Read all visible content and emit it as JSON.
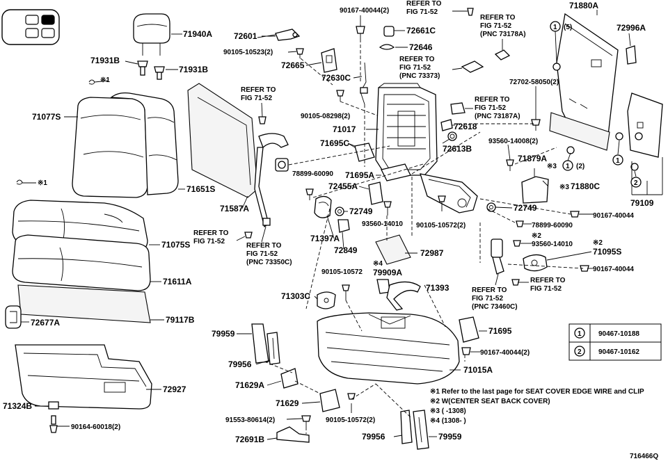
{
  "diagram_id": "716466Q",
  "labels": {
    "l71940A": "71940A",
    "l71931B_a": "71931B",
    "l71931B_b": "71931B",
    "l71077S": "71077S",
    "l71651S": "71651S",
    "l71587A": "71587A",
    "l71075S": "71075S",
    "l71611A": "71611A",
    "l72677A": "72677A",
    "l79117B": "79117B",
    "l72927": "72927",
    "l71324B": "71324B",
    "l90164": "90164-60018(2)",
    "l72601": "72601",
    "l90105_10523": "90105-10523(2)",
    "l72665": "72665",
    "l90167_top": "90167-40044(2)",
    "l72661C": "72661C",
    "l72646": "72646",
    "l72630C": "72630C",
    "l90105_08298": "90105-08298(2)",
    "l71017": "71017",
    "l71695C": "71695C",
    "l71695A": "71695A",
    "l78899_a": "78899-60090",
    "l72455A": "72455A",
    "l72749_a": "72749",
    "l71397A": "71397A",
    "l72849": "72849",
    "l93560_mid": "93560-14010",
    "l72618": "72618",
    "l72613B": "72613B",
    "l93560_14008": "93560-14008(2)",
    "l71879A": "71879A",
    "l71880C": "71880C",
    "l72749_b": "72749",
    "l90105_10572_2": "90105-10572(2)",
    "l78899_b": "78899-60090",
    "l90167_r1": "90167-40044",
    "l72987": "72987",
    "l79909A": "79909A",
    "l90105_10572": "90105-10572",
    "l71393": "71393",
    "l71303C": "71303C",
    "l93560_14010": "93560-14010",
    "l71095S": "71095S",
    "l90167_r2": "90167-40044",
    "l79959_a": "79959",
    "l79956_a": "79956",
    "l71629A": "71629A",
    "l71629": "71629",
    "l91553": "91553-80614(2)",
    "l90105_10572_b": "90105-10572(2)",
    "l72691B": "72691B",
    "l79956_b": "79956",
    "l79959_b": "79959",
    "l71695": "71695",
    "l90167_40044_2": "90167-40044(2)",
    "l71015A": "71015A",
    "l71880A": "71880A",
    "l72996A": "72996A",
    "l72702": "72702-58050(2)",
    "l79109": "79109",
    "circ1_5": "1",
    "circ1_5_qty": "(5)",
    "circ1_2": "1",
    "circ1_2_qty": "(2)",
    "circ3_mark": "※3",
    "circ1_b": "1",
    "circ2_b": "2",
    "note_mark1": "※1",
    "note_mark1b": "※1",
    "note_mark2a": "※2",
    "note_mark2b": "※2",
    "note_mark3": "※3",
    "note_mark4": "※4"
  },
  "refer": {
    "r1": [
      "REFER TO",
      "FIG 71-52"
    ],
    "r2": [
      "REFER TO",
      "FIG 71-52",
      "(PNC 73178A)"
    ],
    "r3": [
      "REFER TO",
      "FIG 71-52",
      "(PNC 73373)"
    ],
    "r4": [
      "REFER TO",
      "FIG 71-52"
    ],
    "r5": [
      "REFER TO",
      "FIG 71-52",
      "(PNC 73187A)"
    ],
    "r6": [
      "REFER TO",
      "FIG 71-52"
    ],
    "r7": [
      "REFER TO",
      "FIG 71-52",
      "(PNC 73350C)"
    ],
    "r8": [
      "REFER TO",
      "FIG 71-52"
    ],
    "r9": [
      "REFER TO",
      "FIG 71-52",
      "(PNC 73460C)"
    ]
  },
  "table": {
    "rows": [
      {
        "num": "1",
        "part": "90467-10188"
      },
      {
        "num": "2",
        "part": "90467-10162"
      }
    ]
  },
  "notes": [
    "※1 Refer to the last page for SEAT COVER EDGE WIRE and CLIP",
    "※2 W(CENTER SEAT BACK COVER)",
    "※3 (      -1308)",
    "※4 (1308-      )"
  ]
}
